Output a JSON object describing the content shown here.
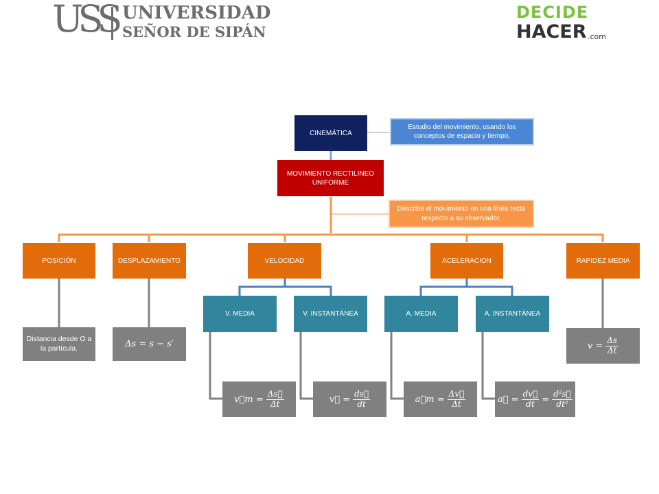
{
  "header": {
    "uss_mark": "USS",
    "uss_line1": "UNIVERSIDAD",
    "uss_line2": "SEÑOR DE SIPÁN",
    "dh_line1": "DECIDE",
    "dh_line2": "HACER",
    "dh_suffix": ".com"
  },
  "nodes": {
    "cinematica": "CINEMÁTICA",
    "mru": "MOVIMIENTO  RECTILINEO UNIFORME",
    "posicion": "POSICIÓN",
    "desplazamiento": "DESPLAZAMIENTO",
    "velocidad": "VELOCIDAD",
    "aceleracion": "ACELERACION",
    "rapidez_media": "RAPIDEZ MEDIA",
    "v_media": "V. MEDIA",
    "v_instantanea": "V. INSTANTÁNEA",
    "a_media": "A. MEDIA",
    "a_instantanea": "A. INSTANTÁNEA"
  },
  "notes": {
    "cinematica": "Estudio del movimiento, usando los conceptos de espacio y tiempo,",
    "mru": "Describe el movimiento en una línea recta respecto a su observador."
  },
  "leaves": {
    "posicion": "Distancia desde O a la partícula.",
    "desplazamiento": "Δs = s − s′",
    "vm_lhs": "v⃗m =",
    "vm_num": "Δs⃗",
    "vm_den": "Δt",
    "vi_lhs": "v⃗ =",
    "vi_num": "ds⃗",
    "vi_den": "dt",
    "am_lhs": "a⃗m =",
    "am_num": "Δv⃗",
    "am_den": "Δt",
    "ai_lhs": "a⃗ =",
    "ai_num1": "dv⃗",
    "ai_den1": "dt",
    "ai_eq": "=",
    "ai_num2": "d²s⃗",
    "ai_den2": "dt²",
    "rm_lhs": "v =",
    "rm_num": "Δs",
    "rm_den": "Δt"
  },
  "colors": {
    "navy": "#0f215f",
    "red": "#c00000",
    "orange": "#e36c0a",
    "teal": "#31859c",
    "gray": "#808080",
    "note_blue": "#4a86d4",
    "note_orange": "#f79646"
  }
}
